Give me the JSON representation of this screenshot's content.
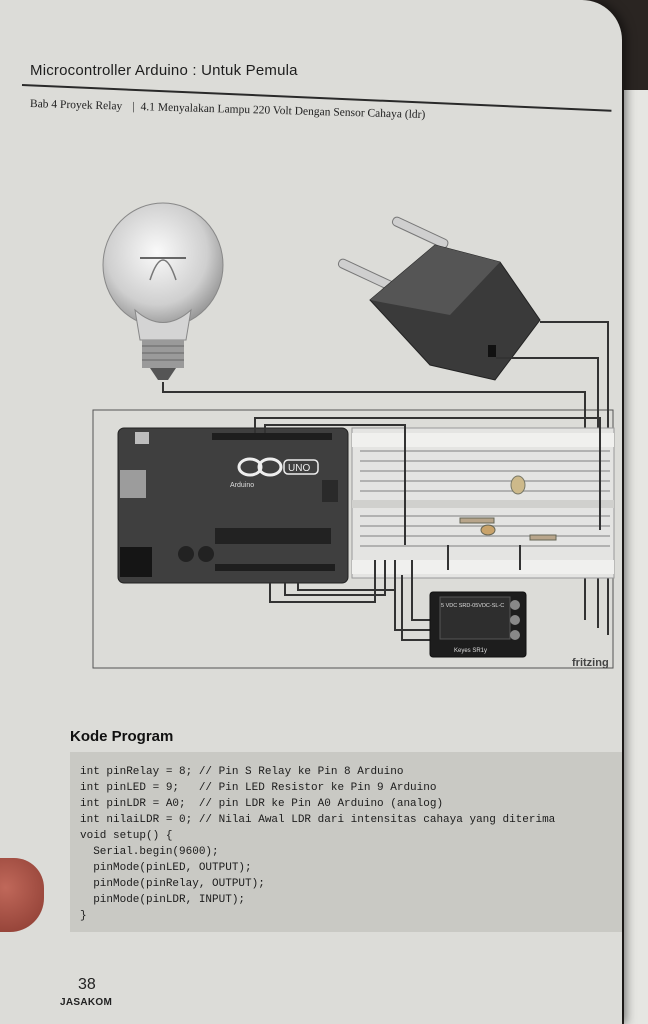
{
  "header": {
    "book_title": "Microcontroller Arduino : Untuk Pemula",
    "chapter": "Bab 4 Proyek Relay",
    "section": "4.1 Menyalakan Lampu 220 Volt Dengan Sensor Cahaya (ldr)"
  },
  "figure": {
    "board_label": "UNO",
    "board_brand": "Arduino",
    "relay_label": "5 VDC  SRD-05VDC-SL-C",
    "relay_module_label": "Keyes SR1y",
    "credit": "fritzing"
  },
  "code_section": {
    "title": "Kode Program",
    "lines": [
      "int pinRelay = 8; // Pin S Relay ke Pin 8 Arduino",
      "int pinLED = 9;   // Pin LED Resistor ke Pin 9 Arduino",
      "int pinLDR = A0;  // pin LDR ke Pin A0 Arduino (analog)",
      "int nilaiLDR = 0; // Nilai Awal LDR dari intensitas cahaya yang diterima",
      "",
      "void setup() {",
      "  Serial.begin(9600);",
      "  pinMode(pinLED, OUTPUT);",
      "  pinMode(pinRelay, OUTPUT);",
      "  pinMode(pinLDR, INPUT);",
      "}"
    ]
  },
  "footer": {
    "page_number": "38",
    "publisher": "JASAKOM"
  }
}
